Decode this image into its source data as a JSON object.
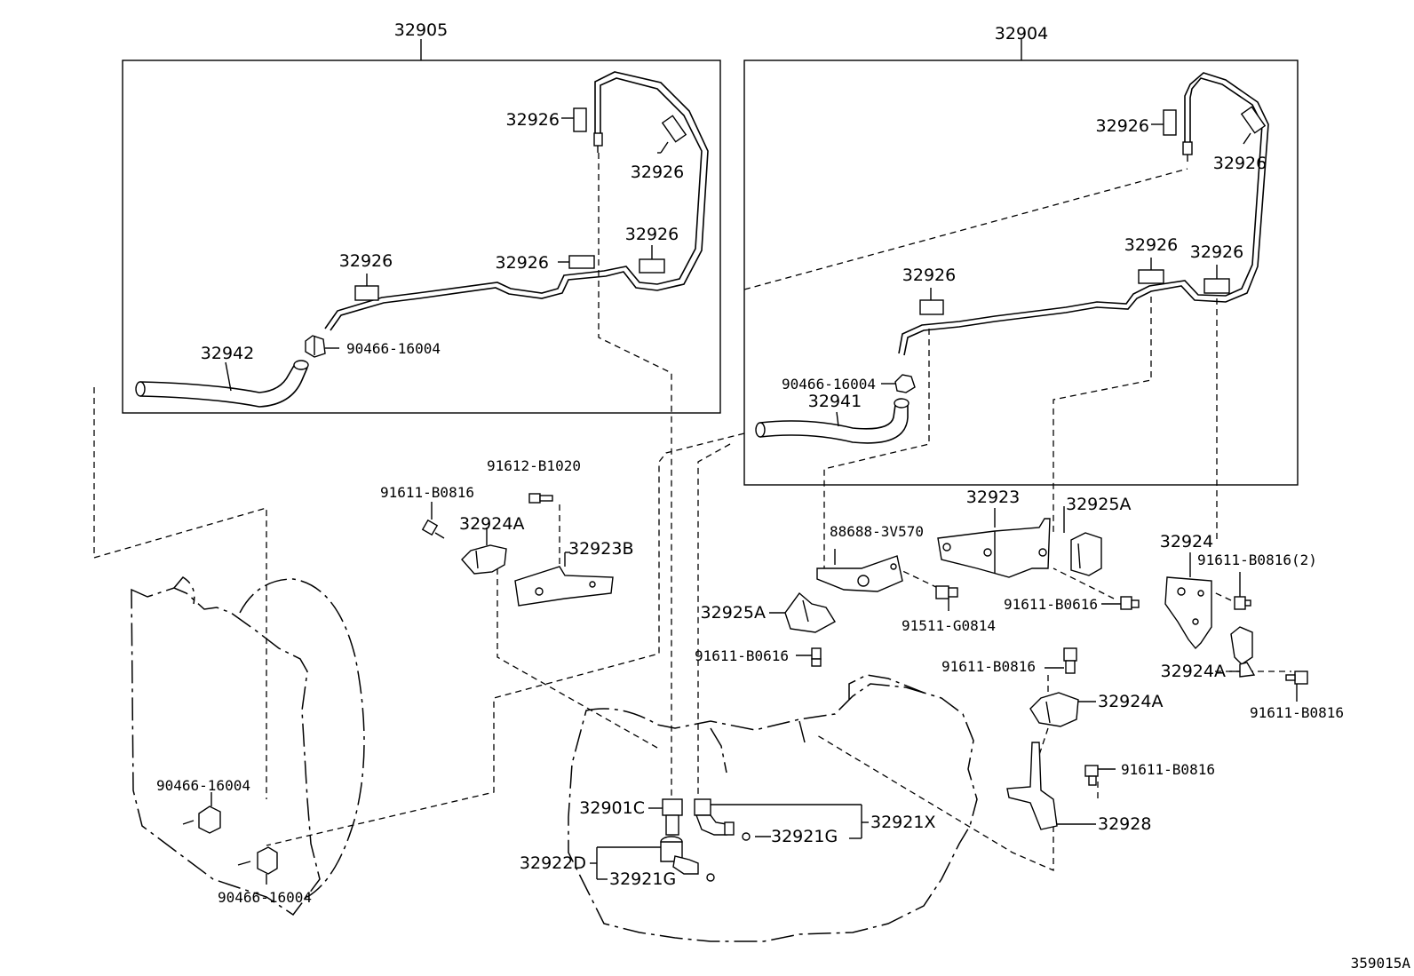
{
  "diagram": {
    "figure_number": "359015A",
    "groups": [
      {
        "id": "left",
        "label": "32905"
      },
      {
        "id": "right",
        "label": "32904"
      }
    ],
    "labels": {
      "l_32926_a": "32926",
      "l_32926_b": "32926",
      "l_32926_c": "32926",
      "l_32926_d": "32926",
      "l_32926_e": "32926",
      "l_32942": "32942",
      "l_90466_top": "90466-16004",
      "r_32926_a": "32926",
      "r_32926_b": "32926",
      "r_32926_c": "32926",
      "r_32926_d": "32926",
      "r_32926_e": "32926",
      "r_90466": "90466-16004",
      "r_32941": "32941",
      "m_91612": "91612-B1020",
      "m_91611_a": "91611-B0816",
      "m_32924A_a": "32924A",
      "m_32923B": "32923B",
      "m_88688": "88688-3V570",
      "m_32923": "32923",
      "m_32925A_top": "32925A",
      "m_32924": "32924",
      "m_91611_2": "91611-B0816(2)",
      "m_32925A": "32925A",
      "m_91511": "91511-G0814",
      "m_91611_b0616_a": "91611-B0616",
      "m_91611_b0616_b": "91611-B0616",
      "m_91611_c": "91611-B0816",
      "m_32924A_b": "32924A",
      "m_32924A_c": "32924A",
      "m_91611_d": "91611-B0816",
      "m_91611_e": "91611-B0816",
      "m_32928": "32928",
      "b_90466_a": "90466-16004",
      "b_90466_b": "90466-16004",
      "b_32901C": "32901C",
      "b_32921G_a": "32921G",
      "b_32921X": "32921X",
      "b_32922D": "32922D",
      "b_32921G_b": "32921G"
    }
  }
}
